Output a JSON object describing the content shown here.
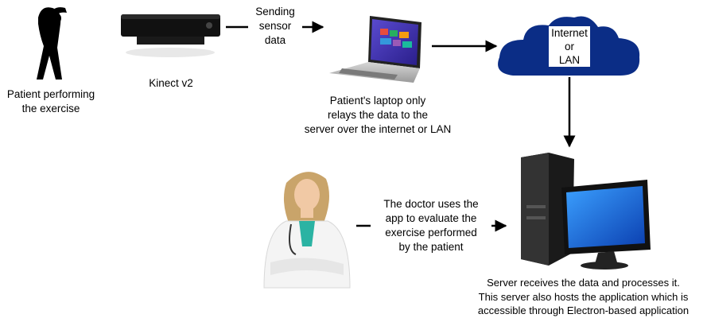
{
  "nodes": {
    "patient": {
      "label": "Patient performing the exercise",
      "label_lines": [
        "Patient performing",
        "the exercise"
      ]
    },
    "kinect": {
      "label": "Kinect v2"
    },
    "laptop": {
      "label_lines": [
        "Patient's laptop only",
        "relays the data to the",
        "server over the internet or LAN"
      ]
    },
    "cloud": {
      "label_lines": [
        "Internet",
        "or",
        "LAN"
      ]
    },
    "server": {
      "label_lines": [
        "Server receives the data and processes it.",
        "This server also hosts the application which is",
        "accessible through Electron-based application"
      ]
    },
    "doctor": {}
  },
  "edges": {
    "kinect_to_laptop": {
      "label_lines": [
        "Sending",
        "sensor",
        "data"
      ]
    },
    "laptop_to_cloud": {},
    "cloud_to_server": {},
    "doctor_to_server": {
      "label_lines": [
        "The doctor uses the",
        "app to evaluate the",
        "exercise performed",
        "by the patient"
      ]
    }
  },
  "colors": {
    "cloud_fill": "#0b2d86",
    "cloud_label_bg": "#ffffff",
    "figure": "#000000",
    "arrow": "#000000",
    "screen_blue": "#1e5fd8"
  }
}
